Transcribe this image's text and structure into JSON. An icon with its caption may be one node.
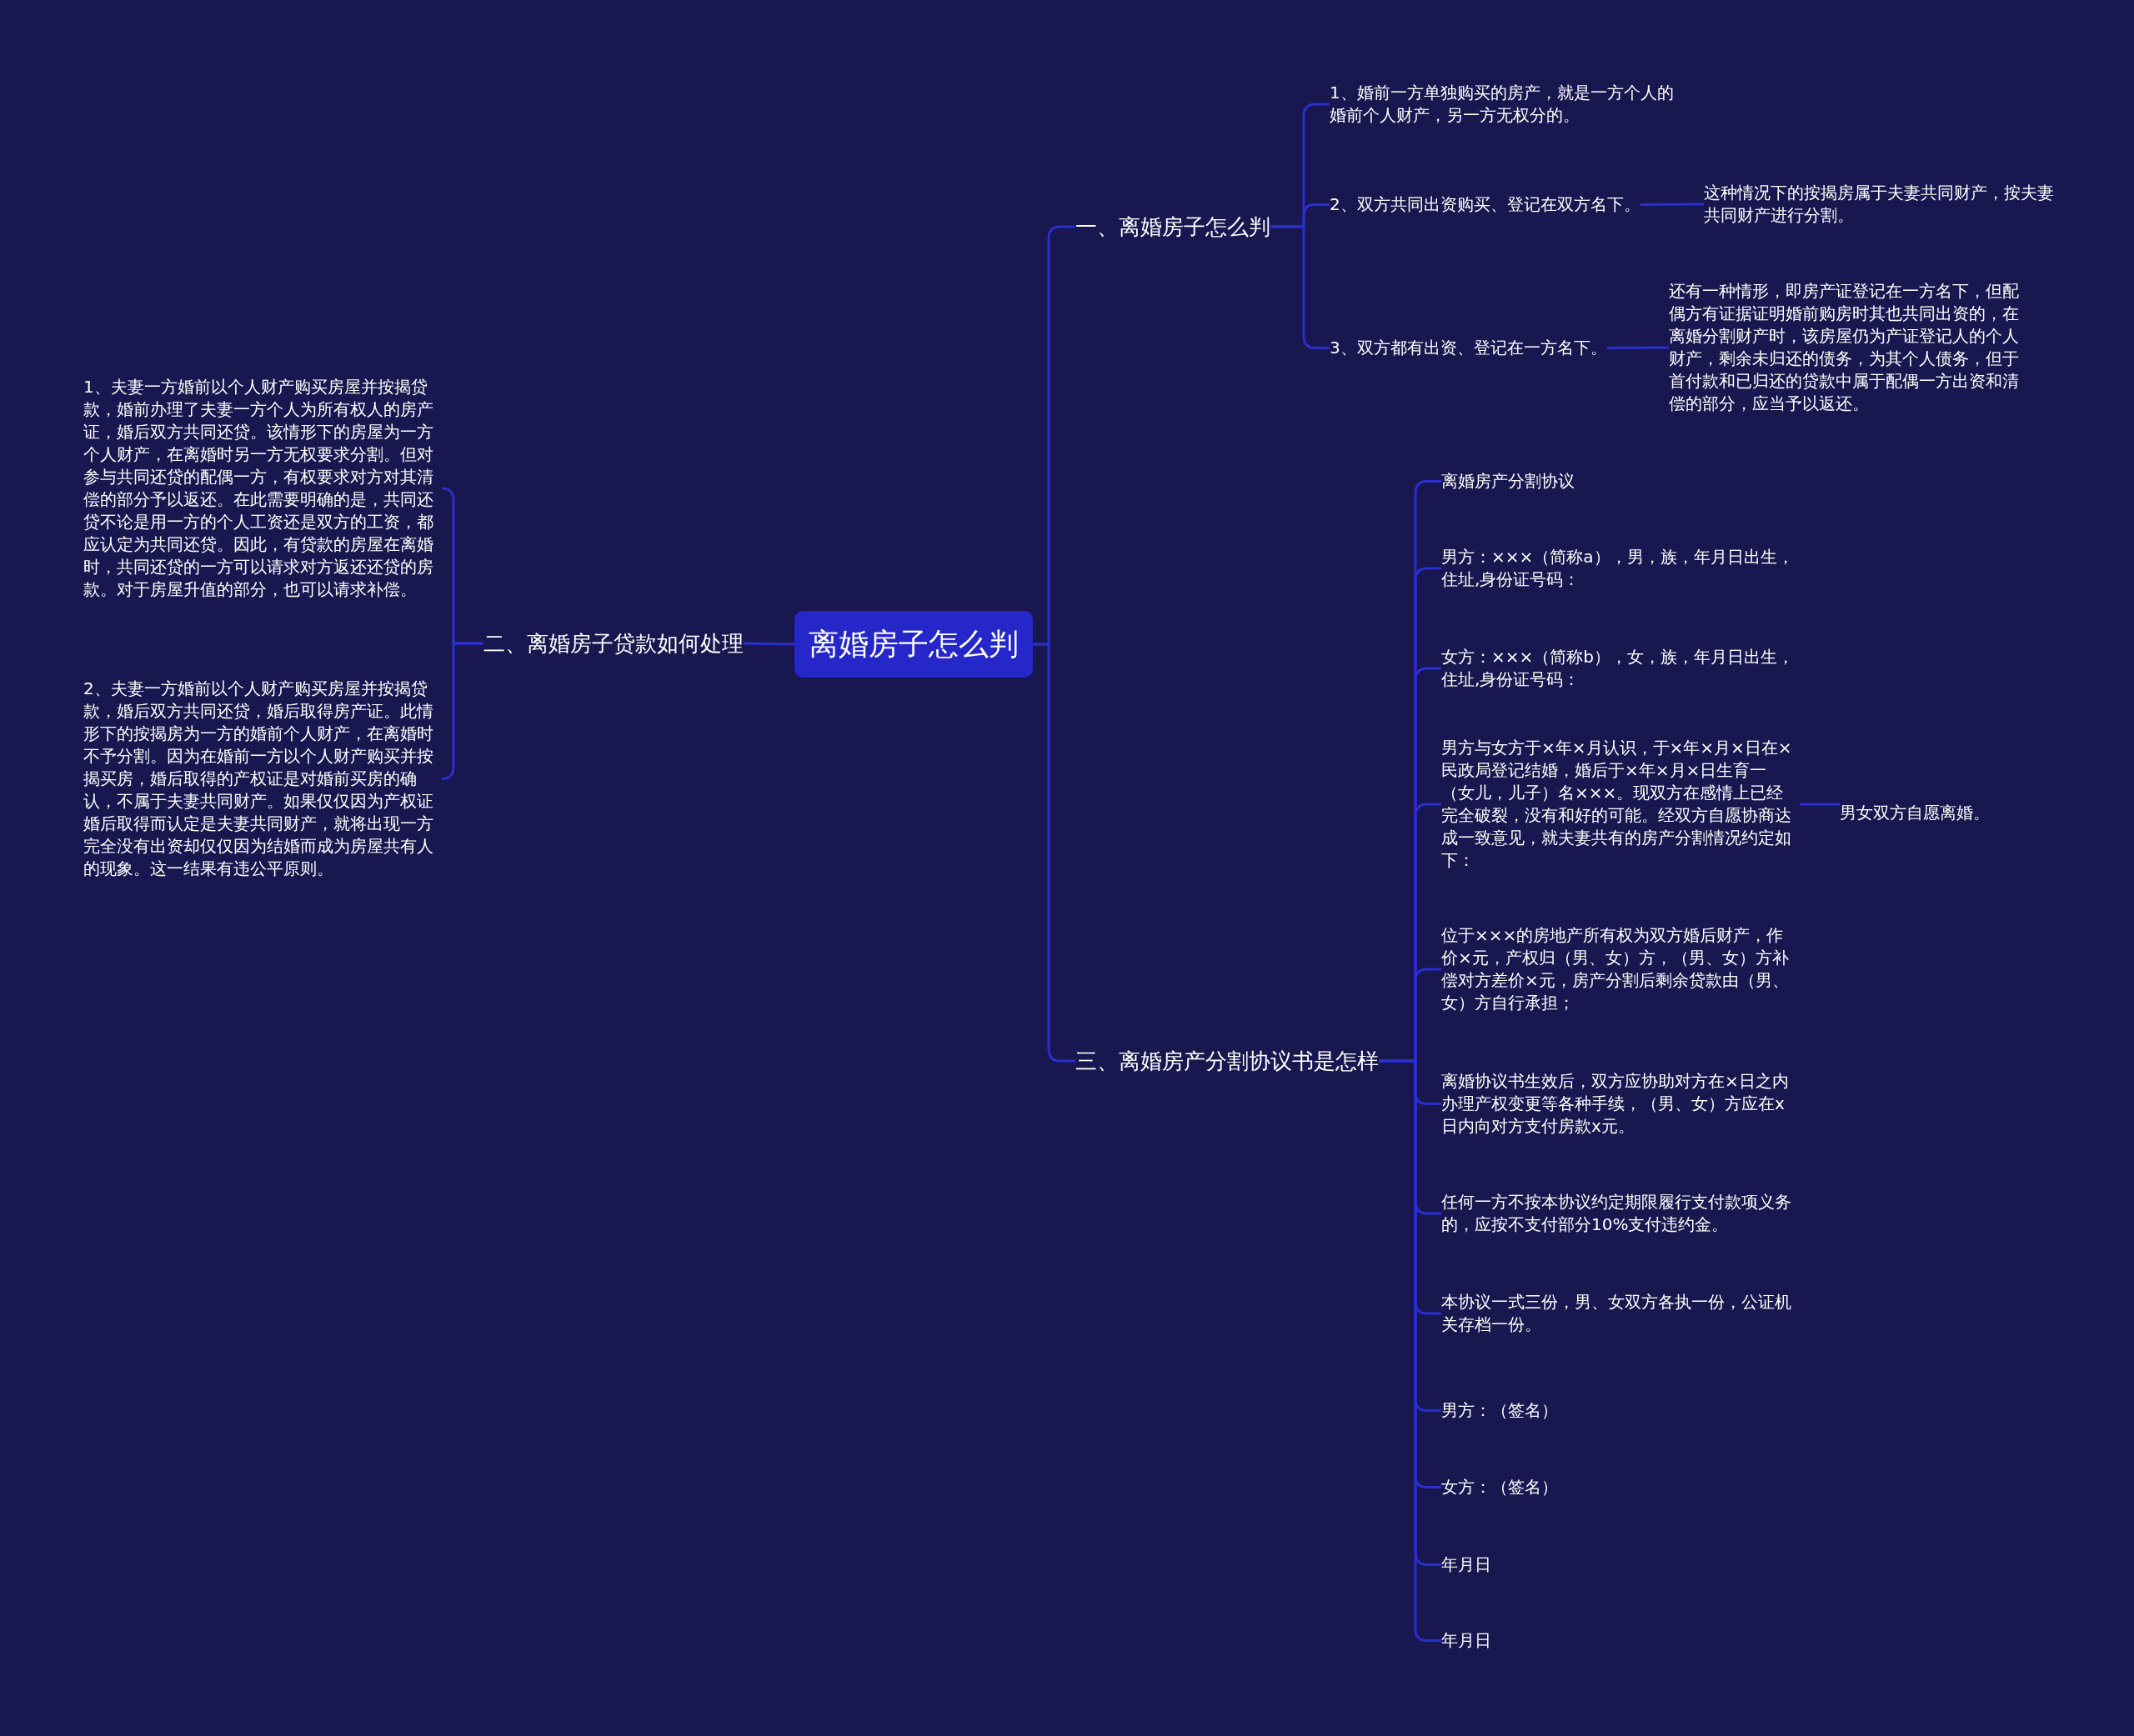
{
  "diagram": {
    "nodes": [
      {
        "text": [
          "离婚房子怎么判"
        ]
      },
      {
        "text": [
          "一、离婚房子怎么判"
        ]
      },
      {
        "text": [
          "1、婚前一方单独购买的房产，就是一方个人的婚前个人财产，另一方无权分的。"
        ]
      },
      {
        "text": [
          "2、双方共同出资购买、登记在双方名下。"
        ]
      },
      {
        "text": [
          "这种情况下的按揭房属于夫妻共同财产，按夫妻共同财产进行分割。"
        ]
      },
      {
        "text": [
          "3、双方都有出资、登记在一方名下。"
        ]
      },
      {
        "text": [
          "还有一种情形，即房产证登记在一方名下，但配偶方有证据证明婚前购房时其也共同出资的，在离婚分割财产时，该房屋仍为产证登记人的个人财产，剩余未归还的债务，为其个人债务，但于首付款和已归还的贷款中属于配偶一方出资和清偿的部分，应当予以返还。"
        ]
      },
      {
        "text": [
          "二、离婚房子贷款如何处理"
        ]
      },
      {
        "text": [
          "1、夫妻一方婚前以个人财产购买房屋并按揭贷款，婚前办理了夫妻一方个人为所有权人的房产证，婚后双方共同还贷。该情形下的房屋为一方个人财产，在离婚时另一方无权要求分割。但对参与共同还贷的配偶一方，有权要求对方对其清偿的部分予以返还。在此需要明确的是，共同还贷不论是用一方的个人工资还是双方的工资，都应认定为共同还贷。因此，有贷款的房屋在离婚时，共同还贷的一方可以请求对方返还还贷的房款。对于房屋升值的部分，也可以请求补偿。"
        ]
      },
      {
        "text": [
          "2、夫妻一方婚前以个人财产购买房屋并按揭贷款，婚后双方共同还贷，婚后取得房产证。此情形下的按揭房为一方的婚前个人财产，在离婚时不予分割。因为在婚前一方以个人财产购买并按揭买房，婚后取得的产权证是对婚前买房的确认，不属于夫妻共同财产。如果仅仅因为产权证婚后取得而认定是夫妻共同财产，就将出现一方完全没有出资却仅仅因为结婚而成为房屋共有人的现象。这一结果有违公平原则。"
        ]
      },
      {
        "text": [
          "三、离婚房产分割协议书是怎样"
        ]
      },
      {
        "text": [
          "离婚房产分割协议"
        ]
      },
      {
        "text": [
          "男方：×××（简称a），男，族，年月日出生，住址,身份证号码："
        ]
      },
      {
        "text": [
          "女方：×××（简称b），女，族，年月日出生，住址,身份证号码："
        ]
      },
      {
        "text": [
          "男方与女方于×年×月认识，于×年×月×日在×民政局登记结婚，婚后于×年×月×日生育一（女儿，儿子）名×××。现双方在感情上已经完全破裂，没有和好的可能。经双方自愿协商达成一致意见，就夫妻共有的房产分割情况约定如下："
        ]
      },
      {
        "text": [
          "男女双方自愿离婚。"
        ]
      },
      {
        "text": [
          "位于×××的房地产所有权为双方婚后财产，作价×元，产权归（男、女）方，（男、女）方补偿对方差价×元，房产分割后剩余贷款由（男、女）方自行承担；"
        ]
      },
      {
        "text": [
          "离婚协议书生效后，双方应协助对方在×日之内办理产权变更等各种手续，（男、女）方应在x日内向对方支付房款x元。"
        ]
      },
      {
        "text": [
          "任何一方不按本协议约定期限履行支付款项义务的，应按不支付部分10%支付违约金。"
        ]
      },
      {
        "text": [
          "本协议一式三份，男、女双方各执一份，公证机关存档一份。"
        ]
      },
      {
        "text": [
          "男方：（签名）"
        ]
      },
      {
        "text": [
          "女方：（签名）"
        ]
      },
      {
        "text": [
          "年月日"
        ]
      },
      {
        "text": [
          "年月日"
        ]
      }
    ],
    "edges": [
      {
        "from": 0,
        "to": 1,
        "arrow": "none"
      },
      {
        "from": 1,
        "to": 2,
        "arrow": "none"
      },
      {
        "from": 1,
        "to": 3,
        "arrow": "none"
      },
      {
        "from": 3,
        "to": 4,
        "arrow": "none"
      },
      {
        "from": 1,
        "to": 5,
        "arrow": "none"
      },
      {
        "from": 5,
        "to": 6,
        "arrow": "none"
      },
      {
        "from": 0,
        "to": 7,
        "arrow": "none"
      },
      {
        "from": 7,
        "to": 8,
        "arrow": "none"
      },
      {
        "from": 7,
        "to": 9,
        "arrow": "none"
      },
      {
        "from": 0,
        "to": 10,
        "arrow": "none"
      },
      {
        "from": 10,
        "to": 11,
        "arrow": "none"
      },
      {
        "from": 10,
        "to": 12,
        "arrow": "none"
      },
      {
        "from": 10,
        "to": 13,
        "arrow": "none"
      },
      {
        "from": 10,
        "to": 14,
        "arrow": "none"
      },
      {
        "from": 14,
        "to": 15,
        "arrow": "none"
      },
      {
        "from": 10,
        "to": 16,
        "arrow": "none"
      },
      {
        "from": 10,
        "to": 17,
        "arrow": "none"
      },
      {
        "from": 10,
        "to": 18,
        "arrow": "none"
      },
      {
        "from": 10,
        "to": 19,
        "arrow": "none"
      },
      {
        "from": 10,
        "to": 20,
        "arrow": "none"
      },
      {
        "from": 10,
        "to": 21,
        "arrow": "none"
      },
      {
        "from": 10,
        "to": 22,
        "arrow": "none"
      },
      {
        "from": 10,
        "to": 23,
        "arrow": "none"
      }
    ]
  }
}
